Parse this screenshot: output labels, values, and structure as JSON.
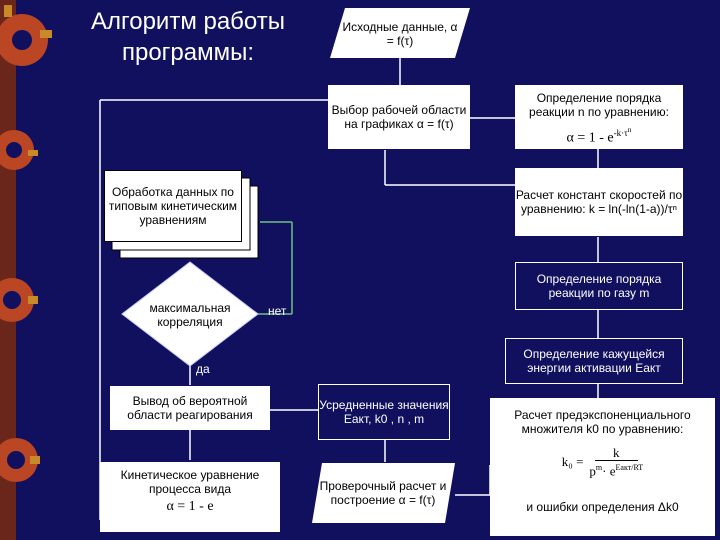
{
  "title": "Алгоритм работы программы:",
  "nodes": {
    "input": "Исходные данные, α = f(τ)",
    "select": "Выбор рабочей области на графиках α = f(τ)",
    "process": "Обработка данных по типовым кинетическим уравнениям",
    "decision": "максимальная корреляция",
    "no": "нет",
    "yes": "да",
    "output_area": "Вывод об вероятной области реагирования",
    "kinetic": "Кинетическое уравнение процесса вида",
    "kinetic_formula": "α = 1 - e",
    "averaged": "Усредненные значения Eакт, k0 , n , m",
    "check": "Проверочный расчет и построение α = f(τ)",
    "order": "Определение порядка реакции n по уравнению:",
    "order_formula": "α = 1 - e",
    "order_formula_exp": "-k·τ",
    "order_formula_n": "n",
    "rates": "Расчет констант скоростей по уравнению: k = ln(-ln(1-a))/τⁿ",
    "gas_order": "Определение порядка реакции по газу m",
    "activation": "Определение кажущейся энергии активации Eакт",
    "preexp": "Расчет предэкспоненциального множителя k0 по уравнению:",
    "preexp_formula": "k₀ =",
    "preexp_k": "k",
    "preexp_den_p": "p",
    "preexp_den_m": "m",
    "preexp_den_e": "· e",
    "preexp_exp_top": "Eакт",
    "preexp_exp_bottom": "RT",
    "error": "и ошибки определения Δk0"
  }
}
